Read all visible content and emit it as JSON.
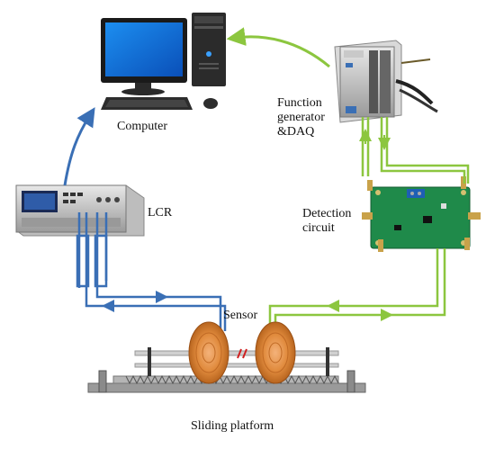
{
  "labels": {
    "computer": "Computer",
    "function_generator": "Function generator &DAQ",
    "lcr": "LCR",
    "detection_circuit": "Detection circuit",
    "sensor": "Sensor",
    "sliding_platform": "Sliding platform"
  },
  "colors": {
    "blue_wire": "#3a6fb5",
    "green_wire": "#8cc63f",
    "coil": "#e08a3c",
    "pcb": "#1f8a4a"
  }
}
